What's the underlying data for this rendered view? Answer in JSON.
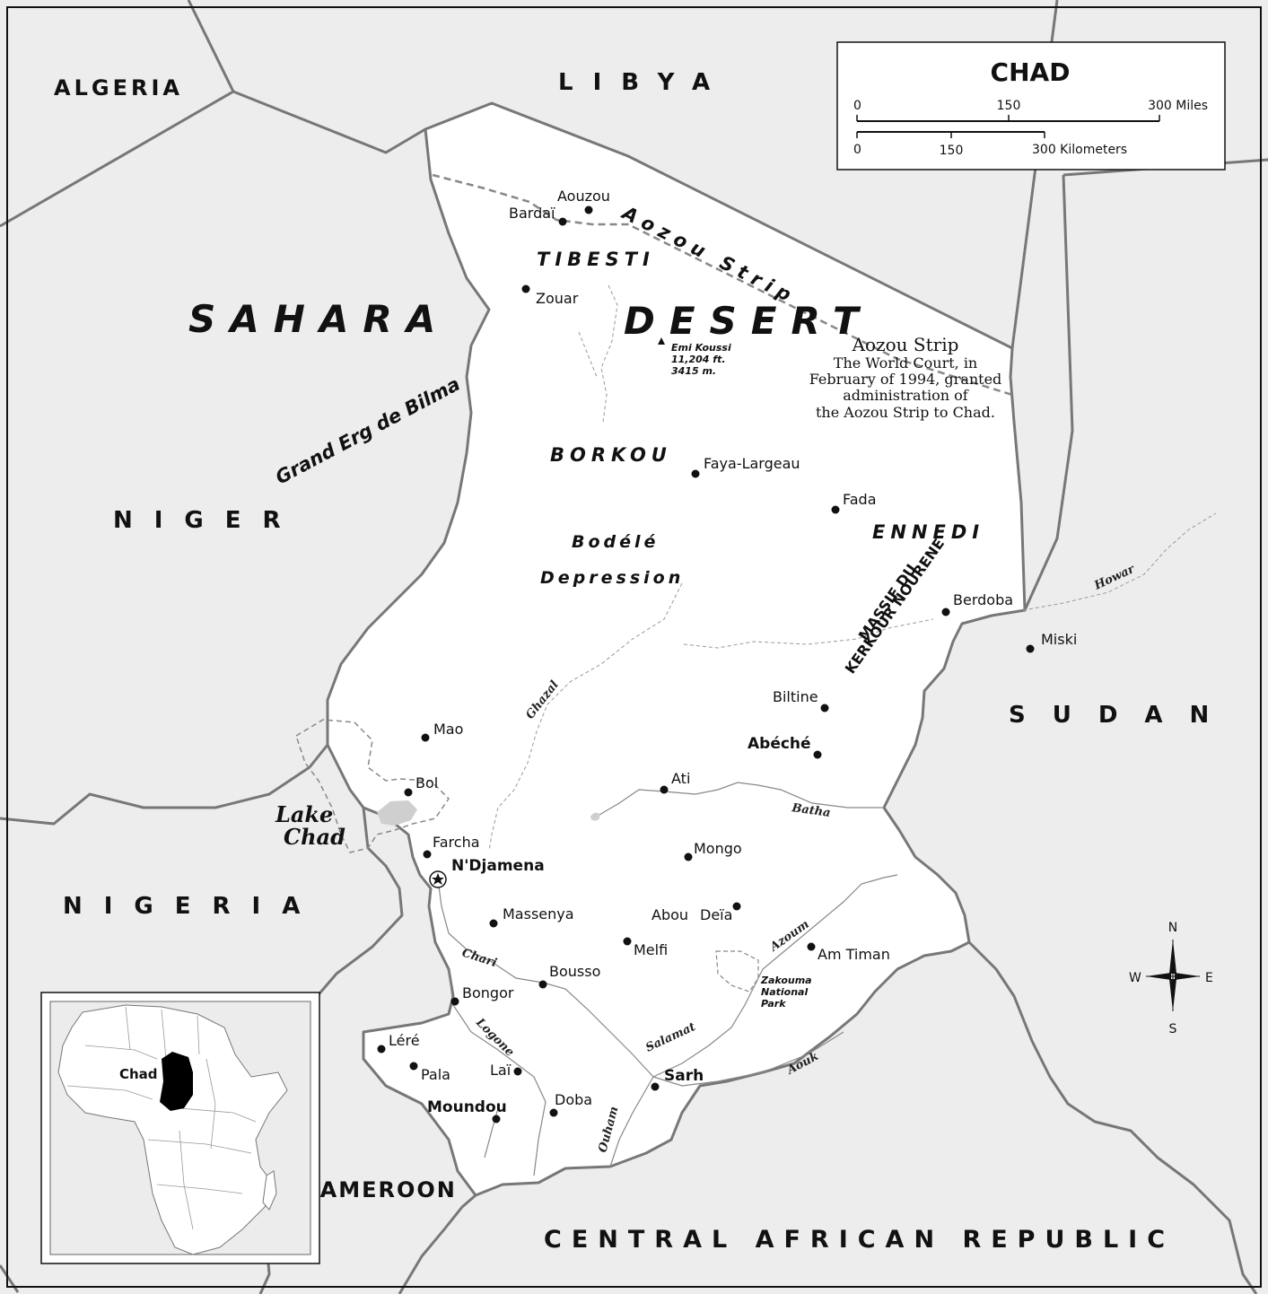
{
  "title": "CHAD",
  "scale": {
    "miles": [
      "0",
      "150",
      "300 Miles"
    ],
    "kilometers": [
      "0",
      "150",
      "300 Kilometers"
    ]
  },
  "countries": {
    "algeria": "ALGERIA",
    "libya": "LIBYA",
    "niger": "NIGER",
    "nigeria": "NIGERIA",
    "sudan": "SUDAN",
    "cameroon": "CAMEROON",
    "car": "CENTRAL AFRICAN REPUBLIC"
  },
  "regions": {
    "sahara": "SAHARA",
    "desert": "DESERT",
    "tibesti": "TIBESTI",
    "borkou": "BORKOU",
    "ennedi": "ENNEDI",
    "bodele_1": "Bodélé",
    "bodele_2": "Depression",
    "grand_erg": "Grand Erg de Bilma",
    "aozou_strip": "Aozou Strip",
    "massif_1": "MASSIF DU",
    "massif_2": "KERKOUR NOURENE"
  },
  "aozou_note": {
    "title": "Aozou Strip",
    "lines": [
      "The World Court, in",
      "February of 1994, granted",
      "administration of",
      "the Aozou Strip to Chad."
    ]
  },
  "peak": {
    "name": "Emi Koussi",
    "elev_ft": "11,204 ft.",
    "elev_m": "3415 m."
  },
  "cities": {
    "aouzou": "Aouzou",
    "bardai": "Bardaï",
    "zouar": "Zouar",
    "faya": "Faya-Largeau",
    "fada": "Fada",
    "berdoba": "Berdoba",
    "miski": "Miski",
    "biltine": "Biltine",
    "abeche": "Abéché",
    "mao": "Mao",
    "bol": "Bol",
    "ati": "Ati",
    "farcha": "Farcha",
    "ndjamena": "N'Djamena",
    "mongo": "Mongo",
    "massenya": "Massenya",
    "abou_deia_1": "Abou",
    "abou_deia_2": "Deïa",
    "melfi": "Melfi",
    "am_timan": "Am Timan",
    "bousso": "Bousso",
    "bongor": "Bongor",
    "lere": "Léré",
    "pala": "Pala",
    "lai": "Laï",
    "moundou": "Moundou",
    "doba": "Doba",
    "sarh": "Sarh"
  },
  "rivers": {
    "ghazal": "Ghazal",
    "batha": "Batha",
    "howar": "Howar",
    "azoum": "Azoum",
    "chari": "Chari",
    "logone": "Logone",
    "salamat": "Salamat",
    "ouham": "Ouham",
    "aouk": "Aouk"
  },
  "park": [
    "Zakouma",
    "National",
    "Park"
  ],
  "lake": [
    "Lake",
    "Chad"
  ],
  "compass": {
    "n": "N",
    "s": "S",
    "e": "E",
    "w": "W"
  },
  "inset": {
    "label": "Chad"
  }
}
